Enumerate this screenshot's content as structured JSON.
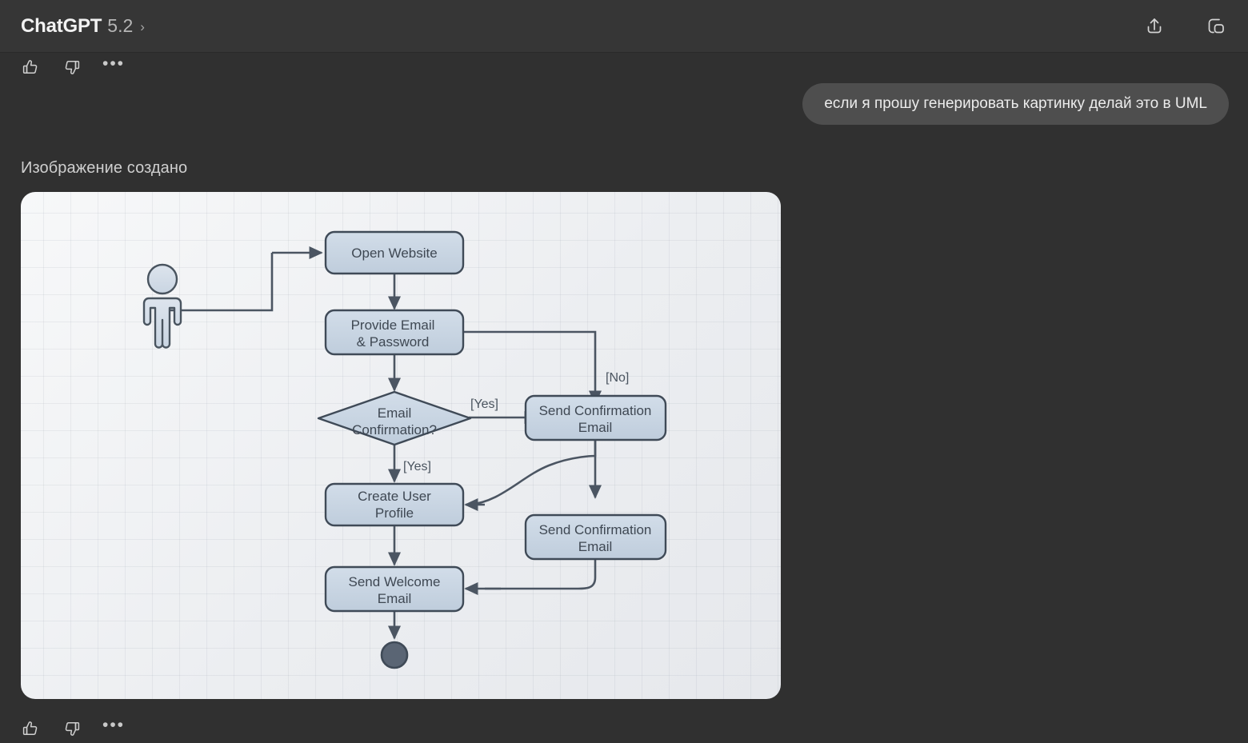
{
  "header": {
    "brand": "ChatGPT",
    "version": "5.2",
    "chevron": "›",
    "actions": [
      {
        "name": "share-icon",
        "label": "Share"
      },
      {
        "name": "sidebar-toggle-icon",
        "label": "Toggle sidebar"
      }
    ]
  },
  "message_actions": {
    "thumbs_up": "Good response",
    "thumbs_down": "Bad response",
    "more": "•••"
  },
  "conversation": {
    "user_message": "если я прошу генерировать картинку делай это в UML",
    "assistant_caption": "Изображение создано"
  },
  "diagram": {
    "type": "uml-activity-diagram",
    "actor": {
      "label": ""
    },
    "nodes": [
      {
        "id": "open-website",
        "label_line1": "Open Website",
        "label_line2": ""
      },
      {
        "id": "provide-credentials",
        "label_line1": "Provide Email",
        "label_line2": "& Password"
      },
      {
        "id": "email-confirmation",
        "label_line1": "Email",
        "label_line2": "Confirmation?"
      },
      {
        "id": "send-confirmation-1",
        "label_line1": "Send Confirmation",
        "label_line2": "Email"
      },
      {
        "id": "create-user-profile",
        "label_line1": "Create User",
        "label_line2": "Profile"
      },
      {
        "id": "send-confirmation-2",
        "label_line1": "Send Confirmation",
        "label_line2": "Email"
      },
      {
        "id": "send-welcome-email",
        "label_line1": "Send Welcome",
        "label_line2": "Email"
      }
    ],
    "guards": [
      {
        "id": "guard-no",
        "label": "[No]"
      },
      {
        "id": "guard-yes-right",
        "label": "[Yes]"
      },
      {
        "id": "guard-yes-down",
        "label": "[Yes]"
      }
    ],
    "colors": {
      "node_fill_top": "#ccd9e8",
      "node_fill_bottom": "#c2cfdd",
      "node_stroke": "#3f4a57",
      "edge": "#4b5562",
      "end_node": "#5d6876",
      "canvas_bg": "#f2f3f5"
    }
  }
}
